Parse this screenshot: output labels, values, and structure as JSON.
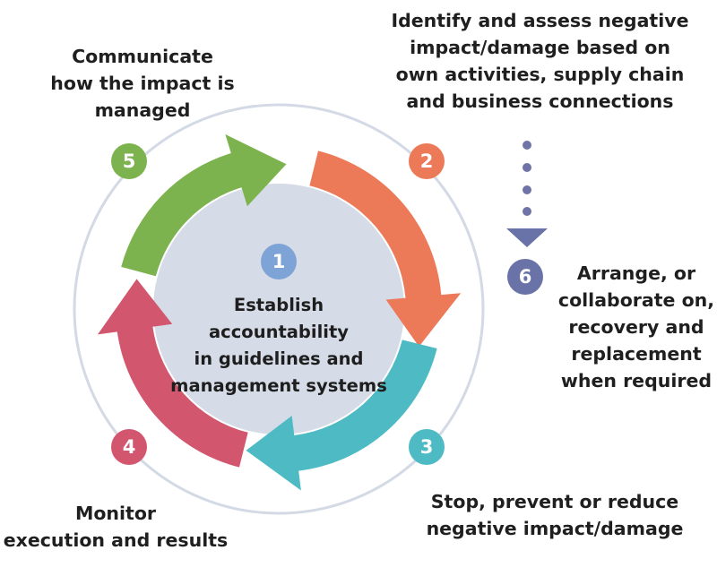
{
  "colors": {
    "step1": "#7ea3d6",
    "step2": "#ec7a59",
    "step3": "#4dbac4",
    "step4": "#d3566f",
    "step5": "#7db34f",
    "step6": "#6a73a7",
    "center_fill": "#d5dce7",
    "ring": "#d3dae5",
    "dots": "#6f74a6"
  },
  "center": {
    "number": "1",
    "text": "Establish accountability\nin guidelines and\nmanagement systems"
  },
  "steps": [
    {
      "number": "2",
      "icon": "orange-arrow-icon",
      "text": "Identify and assess negative\nimpact/damage based on\nown activities, supply chain\nand business connections"
    },
    {
      "number": "3",
      "icon": "teal-arrow-icon",
      "text": "Stop, prevent or reduce\nnegative impact/damage"
    },
    {
      "number": "4",
      "icon": "red-arrow-icon",
      "text": "Monitor\nexecution and results"
    },
    {
      "number": "5",
      "icon": "green-arrow-icon",
      "text": "Communicate\nhow the impact is managed"
    },
    {
      "number": "6",
      "icon": "down-triangle-icon",
      "text": "Arrange, or\ncollaborate on,\nrecovery and\nreplacement\nwhen required"
    }
  ]
}
